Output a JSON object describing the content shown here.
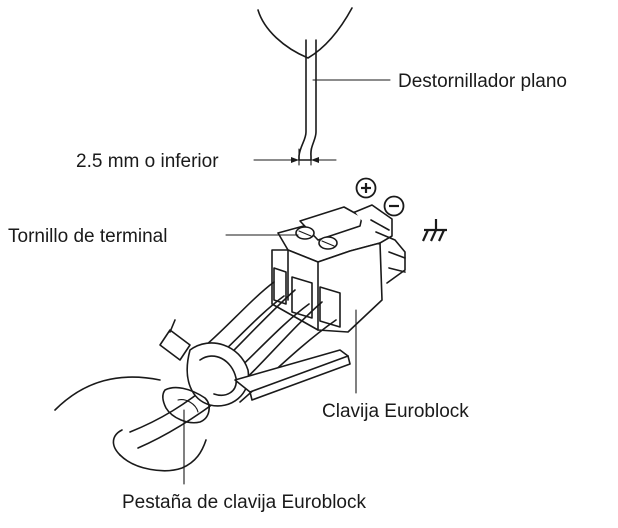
{
  "labels": {
    "screwdriver": "Destornillador plano",
    "blade_width": "2.5 mm o inferior",
    "terminal_screw": "Tornillo de terminal",
    "plug": "Clavija Euroblock",
    "plug_tab": "Pestaña de clavija Euroblock"
  },
  "symbols": {
    "positive": "plus-circle-icon",
    "negative": "minus-circle-icon",
    "ground": "ground-icon"
  }
}
